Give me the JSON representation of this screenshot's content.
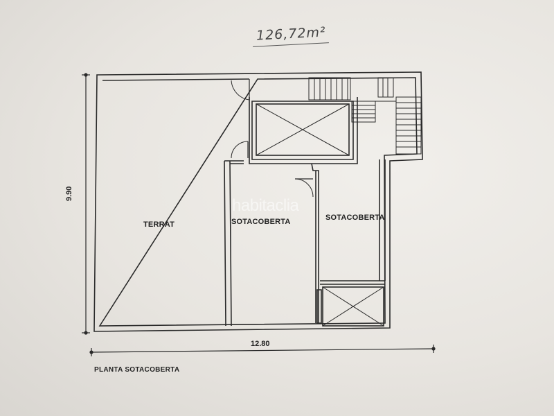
{
  "area_note": "126,72m²",
  "dimensions": {
    "height": "9.90",
    "width": "12.80"
  },
  "rooms": {
    "terrace": "TERRAT",
    "attic_left": "SOTACOBERTA",
    "attic_right": "SOTACOBERTA"
  },
  "plan_caption": "PLANTA SOTACOBERTA",
  "watermark": "habitaclia",
  "colors": {
    "paper": "#ece9e4",
    "ink": "#2a2a2a"
  }
}
